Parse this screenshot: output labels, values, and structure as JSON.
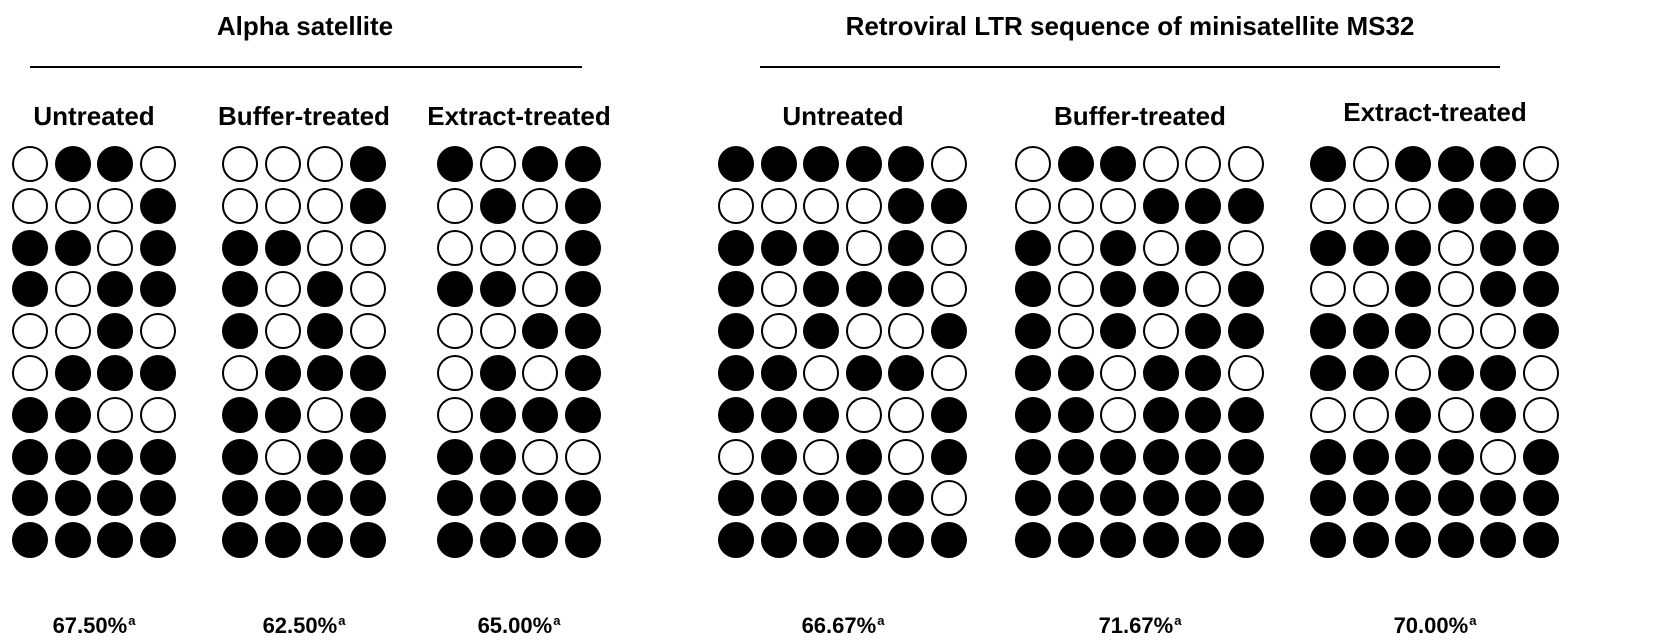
{
  "groups": [
    {
      "title": "Alpha satellite",
      "panels": [
        {
          "label": "Untreated",
          "percent": "67.50%",
          "footnote": "a",
          "rows": [
            [
              0,
              1,
              1,
              0
            ],
            [
              0,
              0,
              0,
              1
            ],
            [
              1,
              1,
              0,
              1
            ],
            [
              1,
              0,
              1,
              1
            ],
            [
              0,
              0,
              1,
              0
            ],
            [
              0,
              1,
              1,
              1
            ],
            [
              1,
              1,
              0,
              0
            ],
            [
              1,
              1,
              1,
              1
            ],
            [
              1,
              1,
              1,
              1
            ],
            [
              1,
              1,
              1,
              1
            ]
          ]
        },
        {
          "label": "Buffer-treated",
          "percent": "62.50%",
          "footnote": "a",
          "rows": [
            [
              0,
              0,
              0,
              1
            ],
            [
              0,
              0,
              0,
              1
            ],
            [
              1,
              1,
              0,
              0
            ],
            [
              1,
              0,
              1,
              0
            ],
            [
              1,
              0,
              1,
              0
            ],
            [
              0,
              1,
              1,
              1
            ],
            [
              1,
              1,
              0,
              1
            ],
            [
              1,
              0,
              1,
              1
            ],
            [
              1,
              1,
              1,
              1
            ],
            [
              1,
              1,
              1,
              1
            ]
          ]
        },
        {
          "label": "Extract-treated",
          "percent": "65.00%",
          "footnote": "a",
          "rows": [
            [
              1,
              0,
              1,
              1
            ],
            [
              0,
              1,
              0,
              1
            ],
            [
              0,
              0,
              0,
              1
            ],
            [
              1,
              1,
              0,
              1
            ],
            [
              0,
              0,
              1,
              1
            ],
            [
              0,
              1,
              0,
              1
            ],
            [
              0,
              1,
              1,
              1
            ],
            [
              1,
              1,
              0,
              0
            ],
            [
              1,
              1,
              1,
              1
            ],
            [
              1,
              1,
              1,
              1
            ]
          ]
        }
      ]
    },
    {
      "title": "Retroviral LTR sequence of minisatellite MS32",
      "panels": [
        {
          "label": "Untreated",
          "percent": "66.67%",
          "footnote": "a",
          "rows": [
            [
              1,
              1,
              1,
              1,
              1,
              0
            ],
            [
              0,
              0,
              0,
              0,
              1,
              1
            ],
            [
              1,
              1,
              1,
              0,
              1,
              0
            ],
            [
              1,
              0,
              1,
              1,
              1,
              0
            ],
            [
              1,
              0,
              1,
              0,
              0,
              1
            ],
            [
              1,
              1,
              0,
              1,
              1,
              0
            ],
            [
              1,
              1,
              1,
              0,
              0,
              1
            ],
            [
              0,
              1,
              0,
              1,
              0,
              1
            ],
            [
              1,
              1,
              1,
              1,
              1,
              0
            ],
            [
              1,
              1,
              1,
              1,
              1,
              1
            ]
          ]
        },
        {
          "label": "Buffer-treated",
          "percent": "71.67%",
          "footnote": "a",
          "rows": [
            [
              0,
              1,
              1,
              0,
              0,
              0
            ],
            [
              0,
              0,
              0,
              1,
              1,
              1
            ],
            [
              1,
              0,
              1,
              0,
              1,
              0
            ],
            [
              1,
              0,
              1,
              1,
              0,
              1
            ],
            [
              1,
              0,
              1,
              0,
              1,
              1
            ],
            [
              1,
              1,
              0,
              1,
              1,
              0
            ],
            [
              1,
              1,
              0,
              1,
              1,
              1
            ],
            [
              1,
              1,
              1,
              1,
              1,
              1
            ],
            [
              1,
              1,
              1,
              1,
              1,
              1
            ],
            [
              1,
              1,
              1,
              1,
              1,
              1
            ]
          ]
        },
        {
          "label": "Extract-treated",
          "percent": "70.00%",
          "footnote": "a",
          "rows": [
            [
              1,
              0,
              1,
              1,
              1,
              0
            ],
            [
              0,
              0,
              0,
              1,
              1,
              1
            ],
            [
              1,
              1,
              1,
              0,
              1,
              1
            ],
            [
              0,
              0,
              1,
              0,
              1,
              1
            ],
            [
              1,
              1,
              1,
              0,
              0,
              1
            ],
            [
              1,
              1,
              0,
              1,
              1,
              0
            ],
            [
              0,
              0,
              1,
              0,
              1,
              0
            ],
            [
              1,
              1,
              1,
              1,
              0,
              1
            ],
            [
              1,
              1,
              1,
              1,
              1,
              1
            ],
            [
              1,
              1,
              1,
              1,
              1,
              1
            ]
          ]
        }
      ]
    }
  ]
}
